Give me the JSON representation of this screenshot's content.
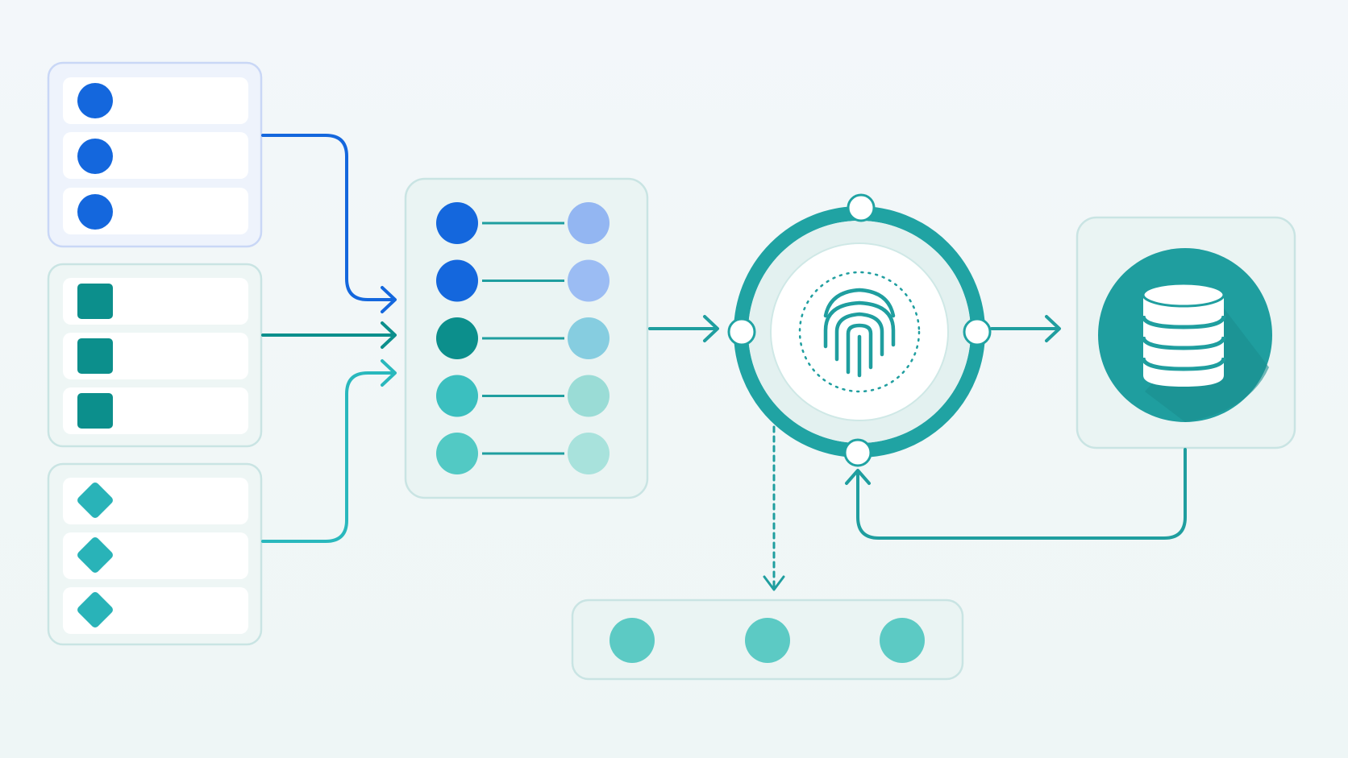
{
  "colors": {
    "background": "#f2f7f9",
    "blue": "#1467dd",
    "blue_light": "#93b6f2",
    "teal_dark": "#0c8f8c",
    "teal_light": "#86cfd9",
    "cyan": "#3bbfbf",
    "cyan_light": "#9adcd6",
    "mint": "#52c9c4",
    "mint_light": "#a8e2dc",
    "ring": "#20a3a3",
    "db_disk": "#1f9e9f",
    "outline": "#c9e4e3",
    "outline_blue": "#c9d7f6"
  },
  "icons": {
    "hub_center": "fingerprint-icon",
    "storage": "database-icon",
    "group_1_markers": "circle",
    "group_2_markers": "square",
    "group_3_markers": "diamond"
  },
  "source_groups": [
    {
      "id": "group-1",
      "marker": "circle",
      "color": "#1467dd",
      "rows": 3
    },
    {
      "id": "group-2",
      "marker": "square",
      "color": "#0c8f8c",
      "rows": 3
    },
    {
      "id": "group-3",
      "marker": "diamond",
      "color": "#29b3b8",
      "rows": 3
    }
  ],
  "mapping_rows": [
    {
      "left": "#1467dd",
      "right": "#93b6f2"
    },
    {
      "left": "#1467dd",
      "right": "#9bbcf3"
    },
    {
      "left": "#0c8f8c",
      "right": "#86cde0"
    },
    {
      "left": "#3bbfbf",
      "right": "#9adcd6"
    },
    {
      "left": "#52c9c4",
      "right": "#a8e2dc"
    }
  ],
  "output_dots": [
    "#5ccac4",
    "#5ccac4",
    "#5ccac4"
  ]
}
